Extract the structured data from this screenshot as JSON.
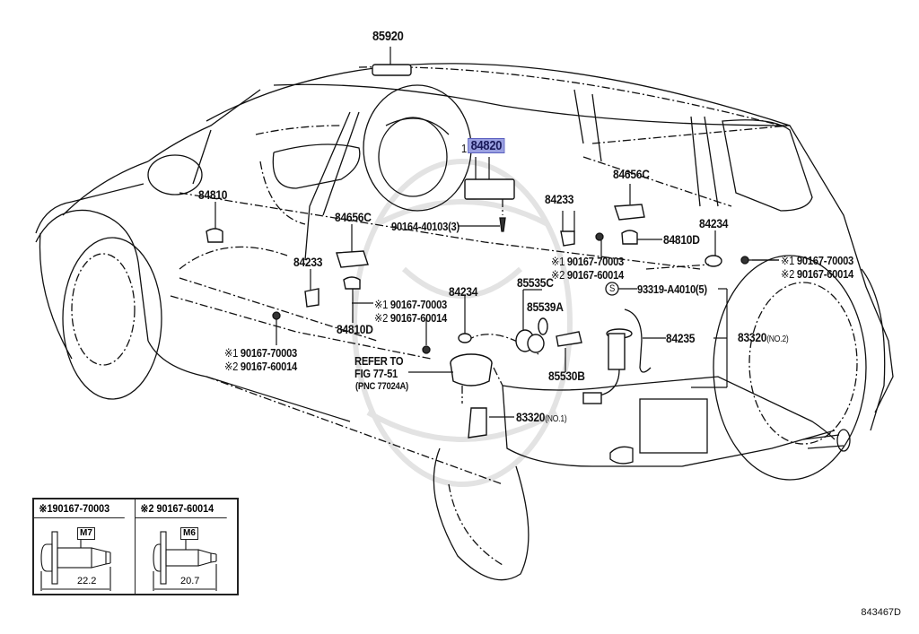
{
  "diagram": {
    "title": "Toyota parts illustration - switch & fuel pump/gauge components",
    "figure_code": "843467D",
    "highlighted_part": "84820"
  },
  "labels": {
    "p85920": "85920",
    "p84820_prefix": "1",
    "p84820": "84820",
    "p84810": "84810",
    "p84656c_left": "84656C",
    "p90164": "90164-40103(3)",
    "p84233_left": "84233",
    "p84233_right": "84233",
    "p84656c_right": "84656C",
    "p84810d_right": "84810D",
    "p84234_right": "84234",
    "p84234_mid": "84234",
    "p84810d_left": "84810D",
    "p85535c": "85535C",
    "p85539a": "85539A",
    "p85530b": "85530B",
    "p93319": "93319-A4010(5)",
    "s_mark": "S",
    "p84235": "84235",
    "p83320_no2": "83320",
    "p83320_no2_sub": "(NO.2)",
    "p83320_no1": "83320",
    "p83320_no1_sub": "(NO.1)",
    "refer_line1": "REFER TO",
    "refer_line2": "FIG 77-51",
    "refer_line3": "(PNC 77024A)"
  },
  "fastener_callouts": [
    {
      "location": "center-upper",
      "line1_mark": "※1",
      "line1": "90167-70003",
      "line2_mark": "※2",
      "line2": "90167-60014"
    },
    {
      "location": "right",
      "line1_mark": "※1",
      "line1": "90167-70003",
      "line2_mark": "※2",
      "line2": "90167-60014"
    },
    {
      "location": "center-lower",
      "line1_mark": "※1",
      "line1": "90167-70003",
      "line2_mark": "※2",
      "line2": "90167-60014"
    },
    {
      "location": "left",
      "line1_mark": "※1",
      "line1": "90167-70003",
      "line2_mark": "※2",
      "line2": "90167-60014"
    }
  ],
  "inset_table": {
    "columns": [
      {
        "header_mark": "※1",
        "header": "90167-70003",
        "thread": "M7",
        "length": "22.2"
      },
      {
        "header_mark": "※2",
        "header": "90167-60014",
        "thread": "M6",
        "length": "20.7"
      }
    ]
  }
}
